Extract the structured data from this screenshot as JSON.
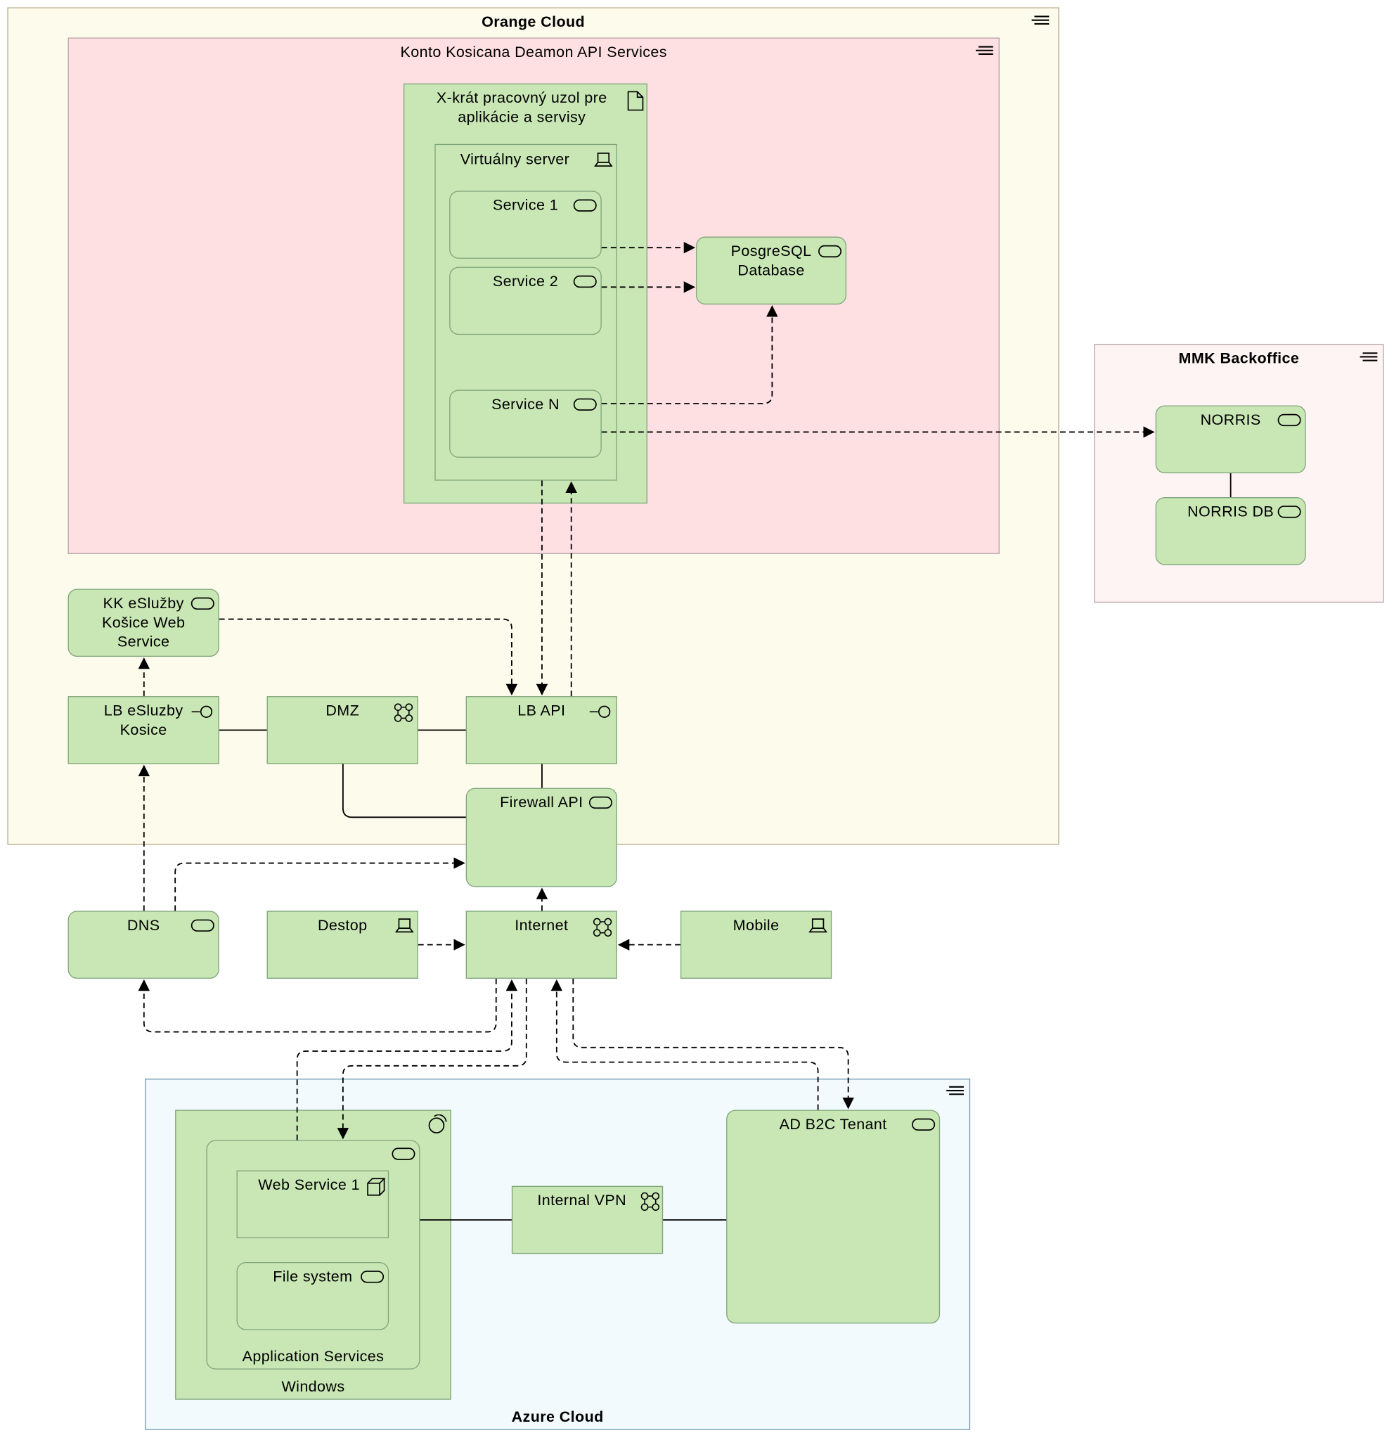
{
  "groups": {
    "orange_cloud": "Orange Cloud",
    "konto": "Konto Kosicana Deamon API Services",
    "mmk": "MMK Backoffice",
    "azure": "Azure Cloud"
  },
  "nodes": {
    "worker_node": "X-krát pracovný uzol pre\naplikácie a servisy",
    "virtual_server": "Virtuálny server",
    "service1": "Service 1",
    "service2": "Service 2",
    "serviceN": "Service N",
    "postgres": "PosgreSQL\nDatabase",
    "norris": "NORRIS",
    "norris_db": "NORRIS DB",
    "kk_esluzby": "KK eSlužby\nKošice Web\nService",
    "lb_esluzby": "LB eSluzby\nKosice",
    "dmz": "DMZ",
    "lb_api": "LB API",
    "firewall": "Firewall API",
    "dns": "DNS",
    "desktop": "Destop",
    "internet": "Internet",
    "mobile": "Mobile",
    "windows": "Windows",
    "app_services": "Application Services",
    "web_service": "Web Service 1",
    "file_system": "File system",
    "internal_vpn": "Internal VPN",
    "ad_b2c": "AD B2C Tenant"
  },
  "icons": {
    "group": "grouping-icon",
    "service": "service-icon",
    "interface": "interface-icon",
    "network": "communication-network-icon",
    "device": "device-icon",
    "artifact": "artifact-icon",
    "system_software": "system-software-icon",
    "node": "node-icon"
  },
  "colors": {
    "node_fill": "#c9e6b5",
    "node_border": "#7ea57a",
    "orange_bg": "#fdfbec",
    "konto_bg": "#fee0e3",
    "mmk_bg": "#fff4f4",
    "azure_bg": "#f3fafd"
  }
}
